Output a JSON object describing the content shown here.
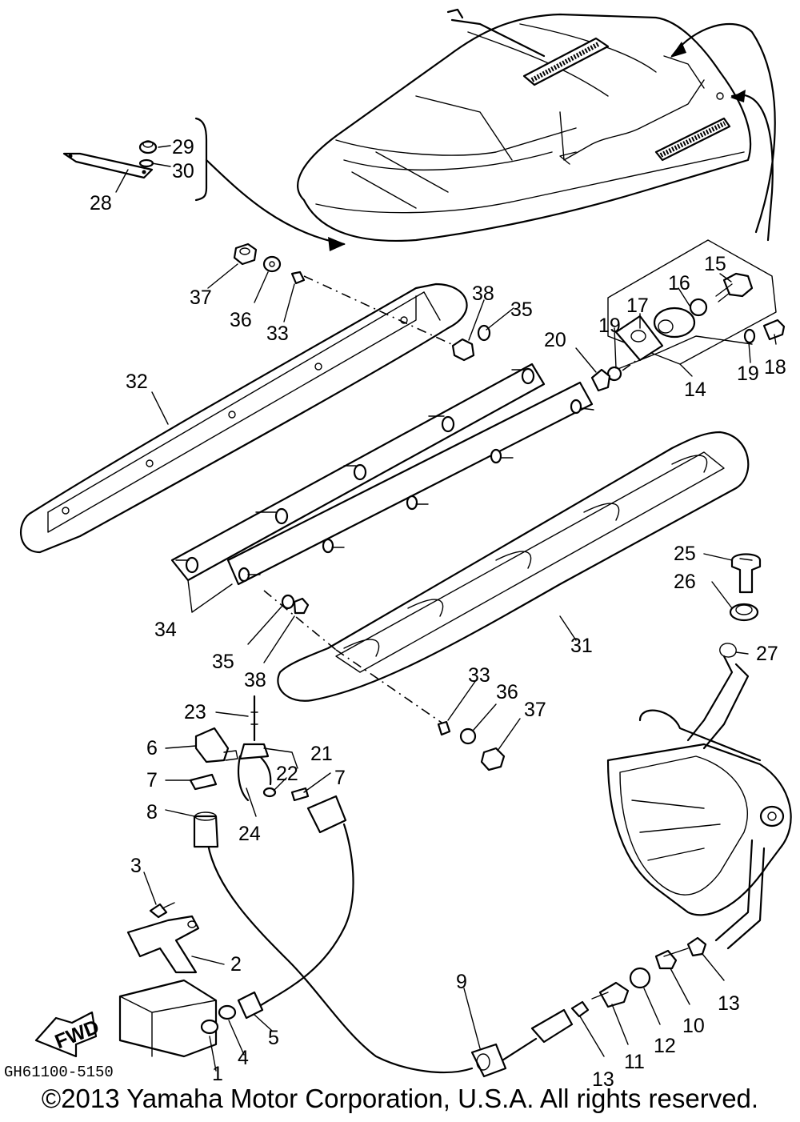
{
  "diagram": {
    "drawing_code": "GH61100-5150",
    "fwd_label": "FWD",
    "callouts": [
      {
        "id": "1",
        "label": "1"
      },
      {
        "id": "2",
        "label": "2"
      },
      {
        "id": "3",
        "label": "3"
      },
      {
        "id": "4",
        "label": "4"
      },
      {
        "id": "5",
        "label": "5"
      },
      {
        "id": "6",
        "label": "6"
      },
      {
        "id": "7a",
        "label": "7"
      },
      {
        "id": "7b",
        "label": "7"
      },
      {
        "id": "8",
        "label": "8"
      },
      {
        "id": "9",
        "label": "9"
      },
      {
        "id": "10",
        "label": "10"
      },
      {
        "id": "11",
        "label": "11"
      },
      {
        "id": "12",
        "label": "12"
      },
      {
        "id": "13a",
        "label": "13"
      },
      {
        "id": "13b",
        "label": "13"
      },
      {
        "id": "14",
        "label": "14"
      },
      {
        "id": "15",
        "label": "15"
      },
      {
        "id": "16",
        "label": "16"
      },
      {
        "id": "17",
        "label": "17"
      },
      {
        "id": "18",
        "label": "18"
      },
      {
        "id": "19a",
        "label": "19"
      },
      {
        "id": "19b",
        "label": "19"
      },
      {
        "id": "20",
        "label": "20"
      },
      {
        "id": "21",
        "label": "21"
      },
      {
        "id": "22",
        "label": "22"
      },
      {
        "id": "23",
        "label": "23"
      },
      {
        "id": "24",
        "label": "24"
      },
      {
        "id": "25",
        "label": "25"
      },
      {
        "id": "26",
        "label": "26"
      },
      {
        "id": "27",
        "label": "27"
      },
      {
        "id": "28",
        "label": "28"
      },
      {
        "id": "29",
        "label": "29"
      },
      {
        "id": "30",
        "label": "30"
      },
      {
        "id": "31",
        "label": "31"
      },
      {
        "id": "32",
        "label": "32"
      },
      {
        "id": "33a",
        "label": "33"
      },
      {
        "id": "33b",
        "label": "33"
      },
      {
        "id": "34",
        "label": "34"
      },
      {
        "id": "35a",
        "label": "35"
      },
      {
        "id": "35b",
        "label": "35"
      },
      {
        "id": "36a",
        "label": "36"
      },
      {
        "id": "36b",
        "label": "36"
      },
      {
        "id": "37a",
        "label": "37"
      },
      {
        "id": "37b",
        "label": "37"
      },
      {
        "id": "38a",
        "label": "38"
      },
      {
        "id": "38b",
        "label": "38"
      }
    ]
  },
  "footer": {
    "copyright": "©2013 Yamaha Motor Corporation, U.S.A. All rights reserved."
  }
}
